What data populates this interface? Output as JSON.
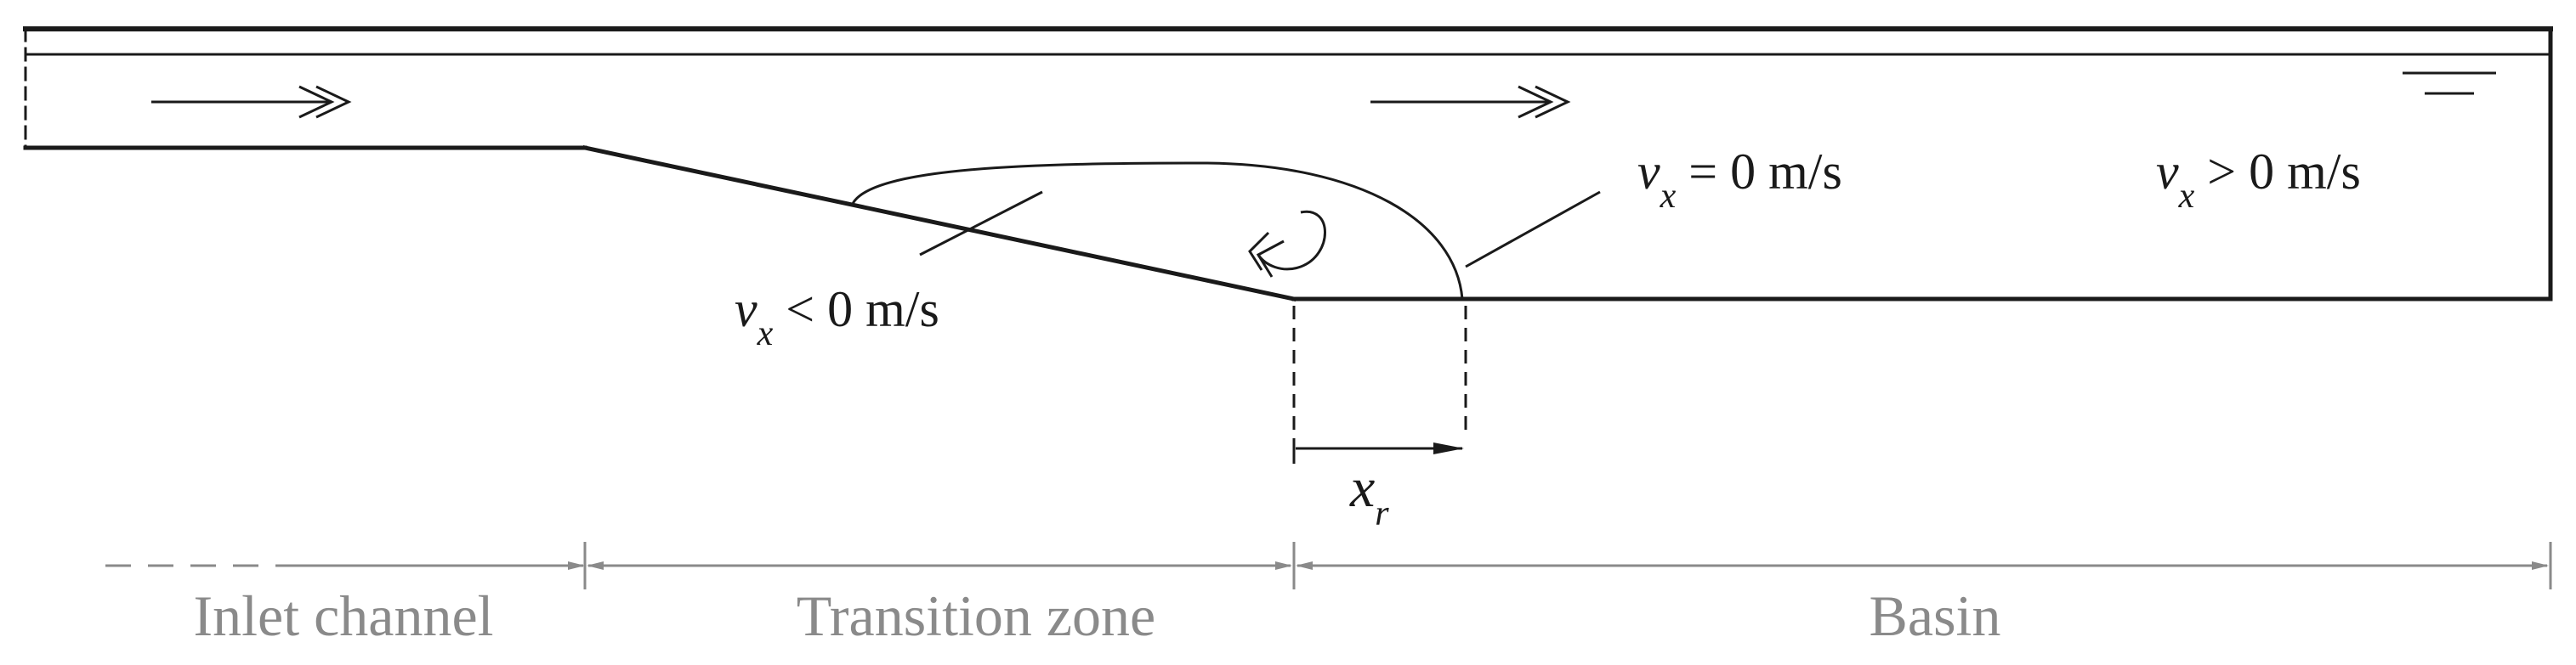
{
  "labels": {
    "v_negative": {
      "var": "v",
      "sub": "x",
      "rest": " < 0 m/s"
    },
    "v_zero": {
      "var": "v",
      "sub": "x",
      "rest": " = 0 m/s"
    },
    "v_positive": {
      "var": "v",
      "sub": "x",
      "rest": " > 0 m/s"
    },
    "reattachment": {
      "var": "x",
      "sub": "r"
    }
  },
  "zones": {
    "inlet": "Inlet channel",
    "transition": "Transition zone",
    "basin": "Basin"
  },
  "colors": {
    "line": "#1a1a1a",
    "dimension": "#8a8a8a"
  },
  "icons": {
    "flow_arrow": "double-head-arrow",
    "recirculation": "curved-arrow",
    "water_surface": "free-surface-symbol"
  }
}
